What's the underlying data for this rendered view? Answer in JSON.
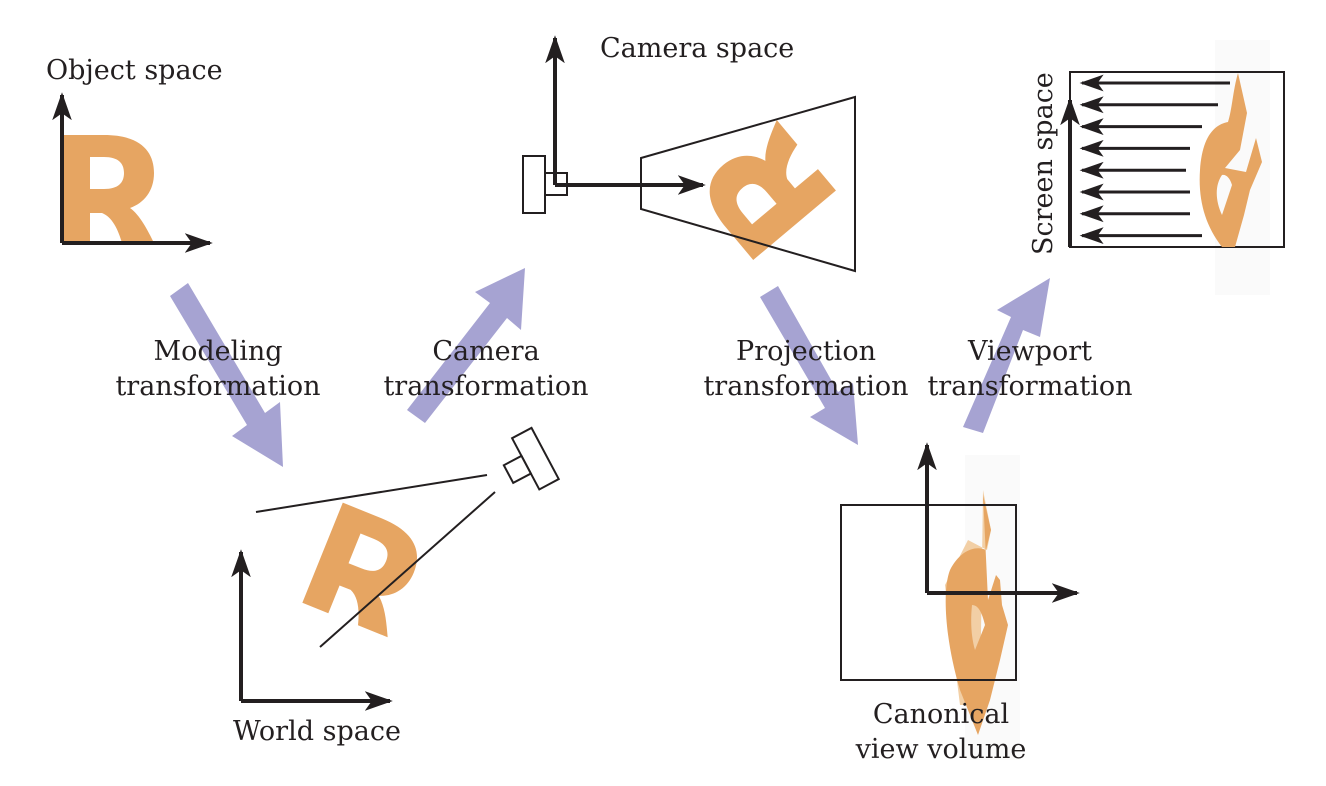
{
  "title": "Graphics transformation pipeline",
  "colors": {
    "glyph": "#e6a562",
    "glyph_faded": "#f2cfa5",
    "transform_arrow": "#a6a3d2",
    "ink": "#231f20",
    "background": "#ffffff"
  },
  "spaces": {
    "object": {
      "label": "Object space",
      "glyph": "R"
    },
    "world": {
      "label": "World space",
      "glyph": "R"
    },
    "camera": {
      "label": "Camera space",
      "glyph": "R"
    },
    "canonical": {
      "label_line1": "Canonical",
      "label_line2": "view volume",
      "glyph": "R"
    },
    "screen": {
      "label": "Screen space",
      "glyph": "R",
      "scanline_count": 8
    }
  },
  "transformations": [
    {
      "id": "modeling",
      "line1": "Modeling",
      "line2": "transformation",
      "direction": "down"
    },
    {
      "id": "camera",
      "line1": "Camera",
      "line2": "transformation",
      "direction": "up"
    },
    {
      "id": "projection",
      "line1": "Projection",
      "line2": "transformation",
      "direction": "down"
    },
    {
      "id": "viewport",
      "line1": "Viewport",
      "line2": "transformation",
      "direction": "up"
    }
  ],
  "icons": {
    "camera": "camera-icon",
    "axes": "coordinate-axes-icon"
  }
}
